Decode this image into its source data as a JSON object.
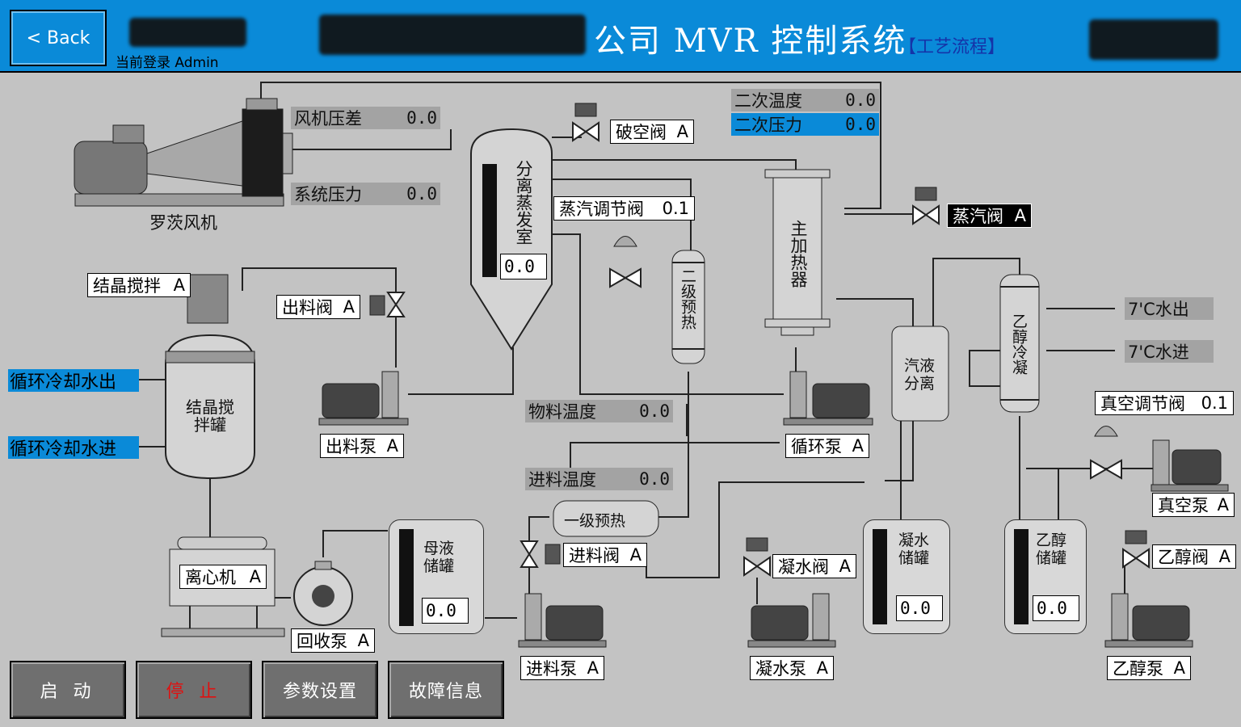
{
  "header": {
    "back_label": "< Back",
    "title_visible": "公司 MVR 控制系统",
    "title_tag": "【工艺流程】",
    "login_text": "当前登录 Admin"
  },
  "readouts": {
    "fan_pressure_diff": {
      "label": "风机压差",
      "value": "0.0"
    },
    "system_pressure": {
      "label": "系统压力",
      "value": "0.0"
    },
    "secondary_temp": {
      "label": "二次温度",
      "value": "0.0"
    },
    "secondary_pressure": {
      "label": "二次压力",
      "value": "0.0"
    },
    "material_temp": {
      "label": "物料温度",
      "value": "0.0"
    },
    "feed_temp": {
      "label": "进料温度",
      "value": "0.0"
    }
  },
  "valves": {
    "vacuum_break": {
      "label": "破空阀",
      "status": "A"
    },
    "steam_regulating": {
      "label": "蒸汽调节阀",
      "value": "0.1"
    },
    "steam": {
      "label": "蒸汽阀",
      "status": "A"
    },
    "discharge": {
      "label": "出料阀",
      "status": "A"
    },
    "feed": {
      "label": "进料阀",
      "status": "A"
    },
    "condensate": {
      "label": "凝水阀",
      "status": "A"
    },
    "vacuum_regulating": {
      "label": "真空调节阀",
      "value": "0.1"
    },
    "ethanol": {
      "label": "乙醇阀",
      "status": "A"
    }
  },
  "pumps": {
    "discharge": {
      "label": "出料泵",
      "status": "A"
    },
    "circulation": {
      "label": "循环泵",
      "status": "A"
    },
    "recovery": {
      "label": "回收泵",
      "status": "A"
    },
    "feed": {
      "label": "进料泵",
      "status": "A"
    },
    "condensate": {
      "label": "凝水泵",
      "status": "A"
    },
    "vacuum": {
      "label": "真空泵",
      "status": "A"
    },
    "ethanol": {
      "label": "乙醇泵",
      "status": "A"
    }
  },
  "equipment": {
    "roots_blower": "罗茨风机",
    "crystal_stir": {
      "label": "结晶搅拌",
      "status": "A"
    },
    "crystal_tank": "结晶搅拌罐",
    "centrifuge": {
      "label": "离心机",
      "status": "A"
    },
    "separator_chamber": {
      "label": "分离蒸发室",
      "level": "0.0"
    },
    "main_heater": "主加热器",
    "secondary_preheat": "二级预热",
    "primary_preheat": "一级预热",
    "vapor_liquid_sep": "汽液分离",
    "ethanol_condenser": "乙醇冷凝",
    "mother_liquor_tank": {
      "label": "母液储罐",
      "level": "0.0"
    },
    "condensate_tank": {
      "label": "凝水储罐",
      "level": "0.0"
    },
    "ethanol_tank": {
      "label": "乙醇储罐",
      "level": "0.0"
    }
  },
  "side_labels": {
    "cooling_out": "循环冷却水出",
    "cooling_in": "循环冷却水进",
    "water_out": "7'C水出",
    "water_in": "7'C水进"
  },
  "buttons": {
    "start": "启 动",
    "stop": "停 止",
    "params": "参数设置",
    "fault": "故障信息"
  },
  "colors": {
    "header_blue": "#0a8ad8",
    "background": "#c3c3c3",
    "readout_grey": "#a3a3a3",
    "stop_red": "#e01010"
  }
}
